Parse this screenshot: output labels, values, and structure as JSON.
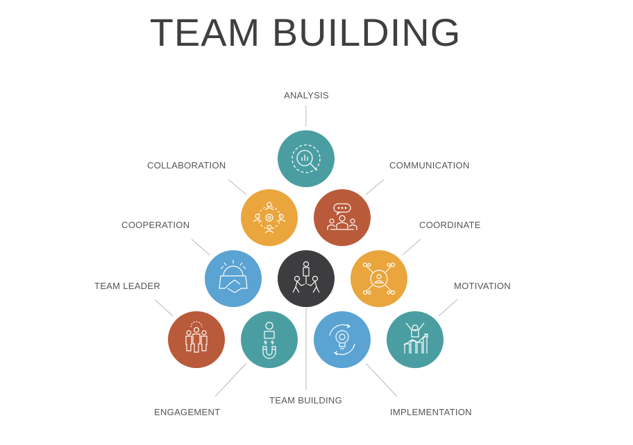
{
  "title": "TEAM BUILDING",
  "colors": {
    "teal": "#4a9ea1",
    "orange": "#eaa53d",
    "rust": "#b95a3a",
    "blue": "#5aa3d3",
    "dark": "#3d3d3f",
    "line": "#c8c8c8",
    "text": "#555555",
    "title": "#3f3f3f"
  },
  "nodes": [
    {
      "id": "analysis",
      "label": "ANALYSIS",
      "icon": "magnifier-chart-icon",
      "color": "teal"
    },
    {
      "id": "collaboration",
      "label": "COLLABORATION",
      "icon": "people-gear-icon",
      "color": "orange"
    },
    {
      "id": "communication",
      "label": "COMMUNICATION",
      "icon": "meeting-chat-icon",
      "color": "rust"
    },
    {
      "id": "cooperation",
      "label": "COOPERATION",
      "icon": "handshake-gear-icon",
      "color": "blue"
    },
    {
      "id": "team-building",
      "label": "TEAM BUILDING",
      "icon": "team-lift-icon",
      "color": "dark"
    },
    {
      "id": "coordinate",
      "label": "COORDINATE",
      "icon": "person-network-icon",
      "color": "orange"
    },
    {
      "id": "team-leader",
      "label": "TEAM LEADER",
      "icon": "leader-group-icon",
      "color": "rust"
    },
    {
      "id": "engagement",
      "label": "ENGAGEMENT",
      "icon": "person-magnet-icon",
      "color": "teal"
    },
    {
      "id": "implementation",
      "label": "IMPLEMENTATION",
      "icon": "bulb-cycle-icon",
      "color": "blue"
    },
    {
      "id": "motivation",
      "label": "MOTIVATION",
      "icon": "person-growth-icon",
      "color": "teal"
    }
  ]
}
